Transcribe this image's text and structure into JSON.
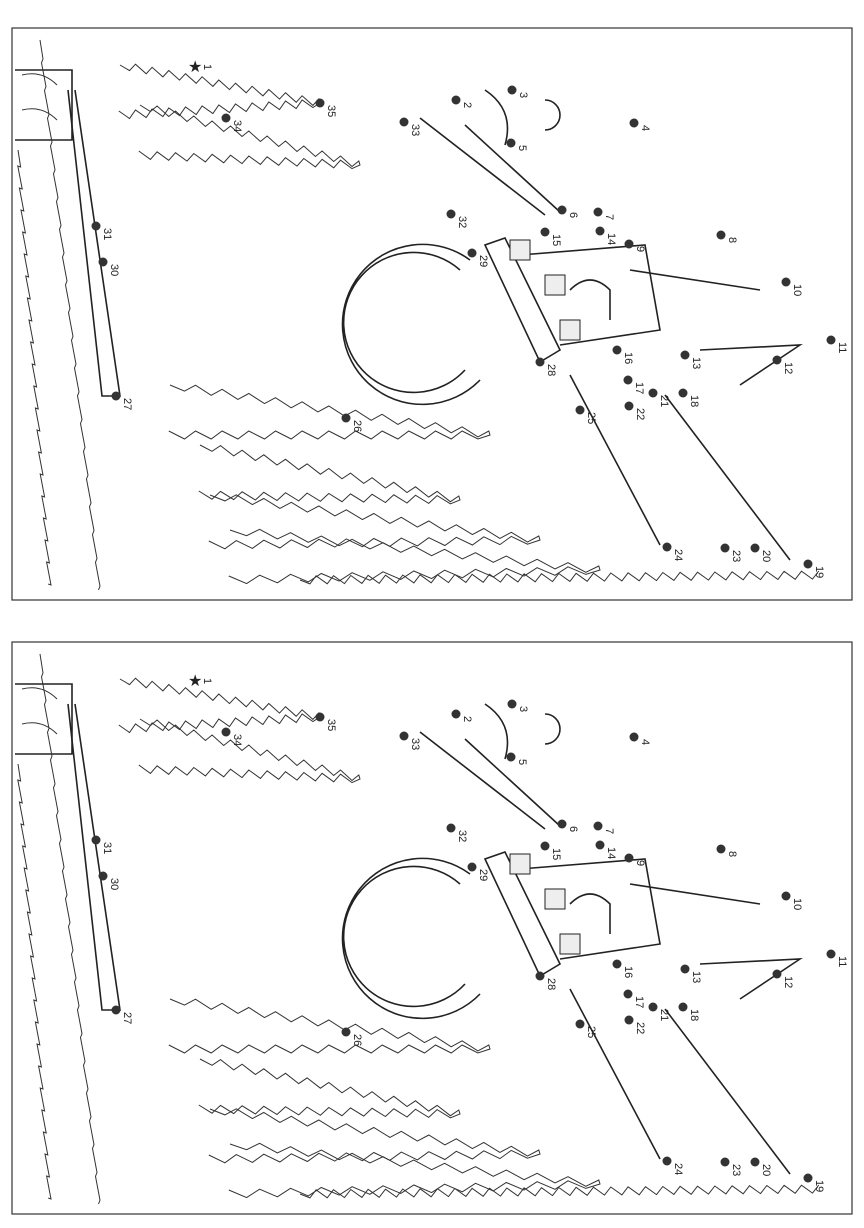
{
  "worksheet": {
    "panels": [
      {
        "id": "top"
      },
      {
        "id": "bottom"
      }
    ],
    "start_icon": "star-icon",
    "start_label": "1",
    "dot_labels": [
      "2",
      "3",
      "4",
      "5",
      "6",
      "7",
      "8",
      "9",
      "10",
      "11",
      "12",
      "13",
      "14",
      "15",
      "16",
      "17",
      "18",
      "19",
      "20",
      "21",
      "22",
      "23",
      "24",
      "25",
      "26",
      "27",
      "28",
      "29",
      "30",
      "31",
      "32",
      "33",
      "34",
      "35"
    ]
  }
}
